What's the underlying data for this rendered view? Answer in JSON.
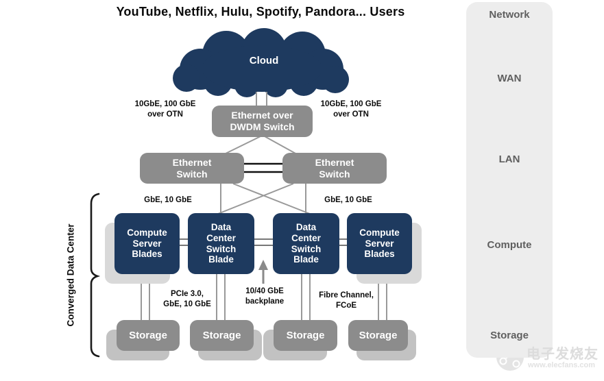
{
  "title": "YouTube, Netflix, Hulu, Spotify, Pandora... Users",
  "diagram": {
    "cloud_label": "Cloud",
    "nodes": {
      "dwdm_switch": "Ethernet over\nDWDM Switch",
      "ethernet_switch_left": "Ethernet\nSwitch",
      "ethernet_switch_right": "Ethernet\nSwitch",
      "compute_left": "Compute\nServer\nBlades",
      "dc_switch_left": "Data\nCenter\nSwitch\nBlade",
      "dc_switch_right": "Data\nCenter\nSwitch\nBlade",
      "compute_right": "Compute\nServer\nBlades",
      "storage": [
        "Storage",
        "Storage",
        "Storage",
        "Storage"
      ]
    },
    "labels": {
      "otn_left": "10GbE, 100 GbE\nover OTN",
      "otn_right": "10GbE, 100 GbE\nover OTN",
      "gbe_left": "GbE, 10 GbE",
      "gbe_right": "GbE, 10 GbE",
      "pcie": "PCIe 3.0,\nGbE, 10 GbE",
      "backplane": "10/40 GbE\nbackplane",
      "fibre_channel": "Fibre Channel,\nFCoE",
      "converged": "Converged Data Center"
    }
  },
  "sidebar": {
    "items": [
      "Network",
      "WAN",
      "LAN",
      "Compute",
      "Storage"
    ]
  },
  "watermark": {
    "brand": "电子发烧友",
    "url": "www.elecfans.com"
  },
  "colors": {
    "navy": "#1e3a5f",
    "node_gray": "#8c8c8c",
    "shadow_light": "#d9d9d9",
    "shadow_mid": "#c2c2c2",
    "sidebar_bg": "#ededed",
    "sidebar_text": "#5f5f5f",
    "line_gray": "#999999",
    "line_black": "#111111",
    "watermark_gray": "#dcdcdc"
  }
}
